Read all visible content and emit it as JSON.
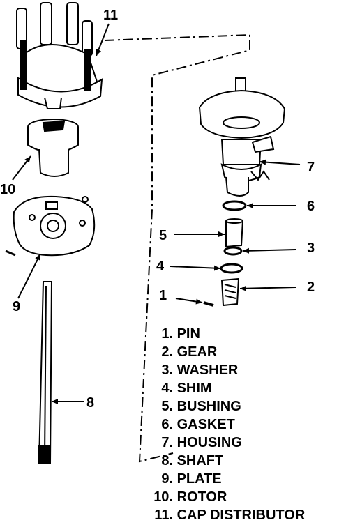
{
  "callouts": {
    "c1": "1",
    "c2": "2",
    "c3": "3",
    "c4": "4",
    "c5": "5",
    "c6": "6",
    "c7": "7",
    "c8": "8",
    "c9": "9",
    "c10": "10",
    "c11": "11"
  },
  "legend": [
    {
      "num": "1.",
      "name": "PIN"
    },
    {
      "num": "2.",
      "name": "GEAR"
    },
    {
      "num": "3.",
      "name": "WASHER"
    },
    {
      "num": "4.",
      "name": "SHIM"
    },
    {
      "num": "5.",
      "name": "BUSHING"
    },
    {
      "num": "6.",
      "name": "GASKET"
    },
    {
      "num": "7.",
      "name": "HOUSING"
    },
    {
      "num": "8.",
      "name": "SHAFT"
    },
    {
      "num": "9.",
      "name": "PLATE"
    },
    {
      "num": "10.",
      "name": "ROTOR"
    },
    {
      "num": "11.",
      "name": "CAP DISTRIBUTOR"
    }
  ]
}
